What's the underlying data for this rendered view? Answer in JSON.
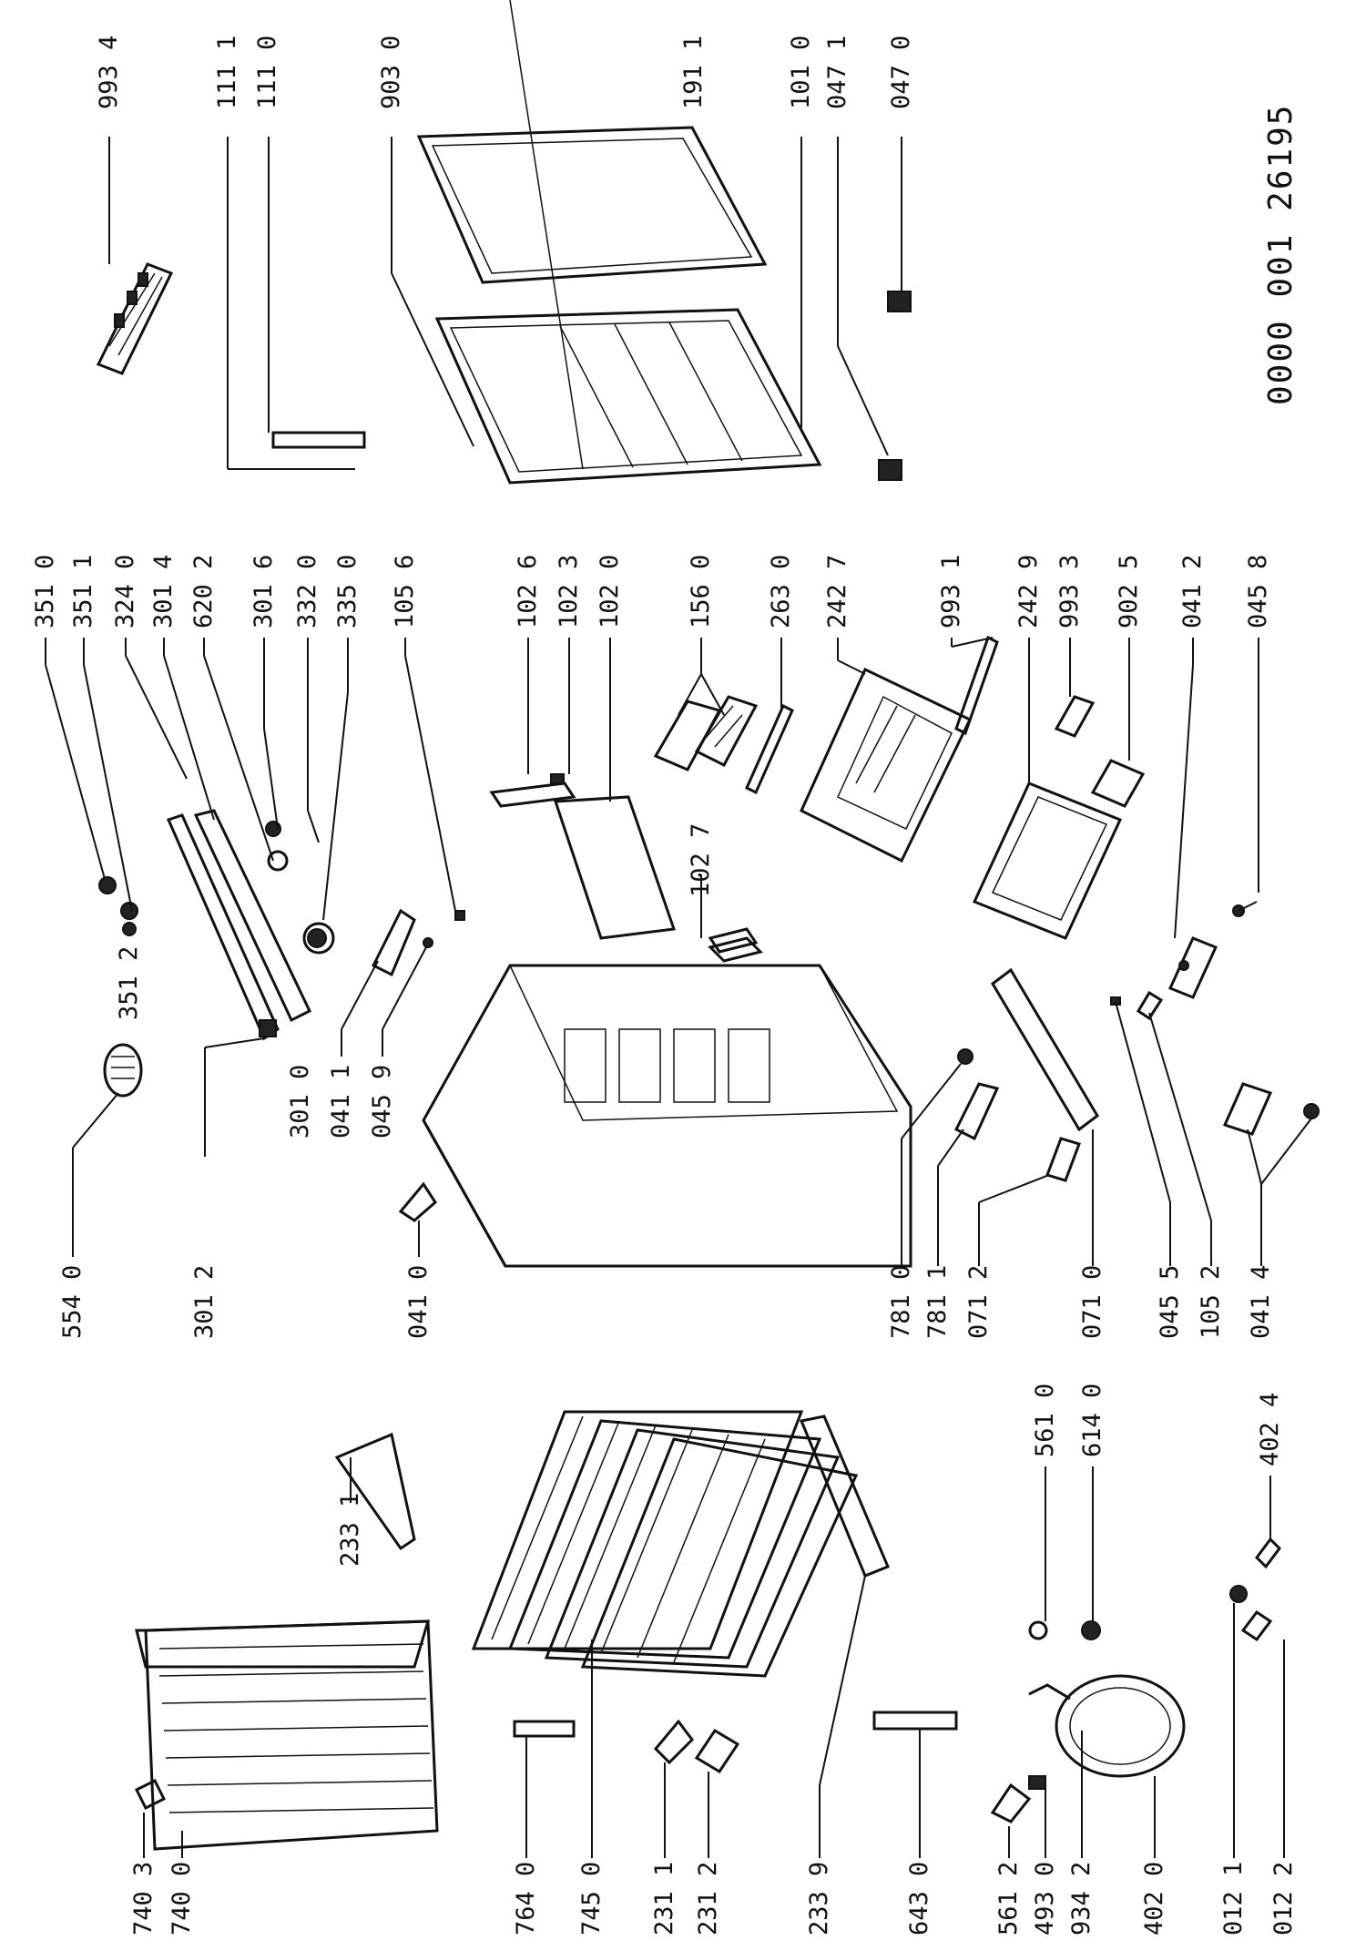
{
  "document_number": "0000 001 26195",
  "callouts": {
    "c9934": "993 4",
    "c1111": "111 1",
    "c1110": "111 0",
    "c9030": "903 0",
    "c1911": "191 1",
    "c1010": "101 0",
    "c0471": "047 1",
    "c0470": "047 0",
    "c3510": "351 0",
    "c3511": "351 1",
    "c3240": "324 0",
    "c3014": "301 4",
    "c6202": "620 2",
    "c3016": "301 6",
    "c3320": "332 0",
    "c3350": "335 0",
    "c1056": "105 6",
    "c1026": "102 6",
    "c1023": "102 3",
    "c1020": "102 0",
    "c1560": "156 0",
    "c2630": "263 0",
    "c2427": "242 7",
    "c9931": "993 1",
    "c2429": "242 9",
    "c9933": "993 3",
    "c9025": "902 5",
    "c0412": "041 2",
    "c0458": "045 8",
    "c5540": "554 0",
    "c3512": "351 2",
    "c3010": "301 0",
    "c0411": "041 1",
    "c0459": "045 9",
    "c3012": "301 2",
    "c1027": "102 7",
    "c0410": "041 0",
    "c7810": "781 0",
    "c7811": "781 1",
    "c0712": "071 2",
    "c0710": "071 0",
    "c0455": "045 5",
    "c1052": "105 2",
    "c0414": "041 4",
    "c2331": "233 1",
    "c5610": "561 0",
    "c6140": "614 0",
    "c4024": "402 4",
    "c7403": "740 3",
    "c7400": "740 0",
    "c7640": "764 0",
    "c7450": "745 0",
    "c2311": "231 1",
    "c2312": "231 2",
    "c2339": "233 9",
    "c6430": "643 0",
    "c5612": "561 2",
    "c4930": "493 0",
    "c9342": "934 2",
    "c4020": "402 0",
    "c0121": "012 1",
    "c0122": "012 2"
  }
}
